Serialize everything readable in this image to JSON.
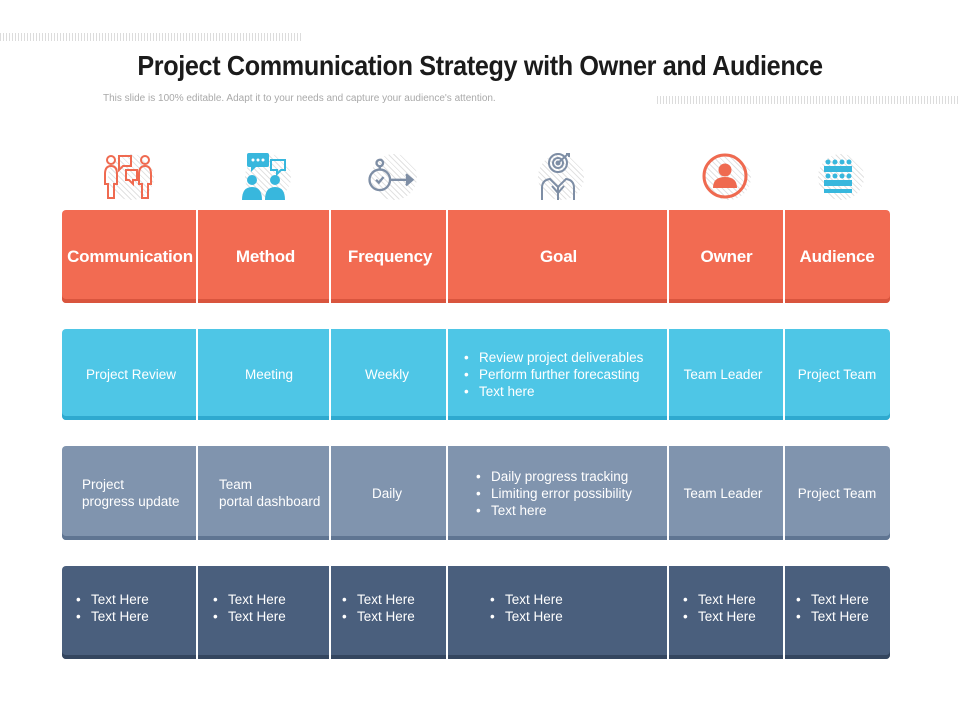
{
  "title": "Project Communication Strategy with Owner and Audience",
  "subtitle": "This slide is 100% editable. Adapt it to your needs and capture your audience's attention.",
  "icons": [
    "people-talking-icon",
    "chat-users-icon",
    "stopwatch-arrow-icon",
    "target-person-icon",
    "user-circle-icon",
    "audience-icon"
  ],
  "colors": {
    "header": "#f26b52",
    "row1": "#4ec6e6",
    "row2": "#8094ae",
    "row3": "#4a5f7d",
    "icon_orange": "#ef6a50",
    "icon_blue": "#38b7dd",
    "icon_gray": "#7e8ea5"
  },
  "headers": [
    "Communication",
    "Method",
    "Frequency",
    "Goal",
    "Owner",
    "Audience"
  ],
  "rows": [
    {
      "communication": "Project Review",
      "method": "Meeting",
      "frequency": "Weekly",
      "goal": [
        "Review project deliverables",
        "Perform further forecasting",
        "Text here"
      ],
      "owner": "Team Leader",
      "audience": "Project Team"
    },
    {
      "communication": [
        "Project",
        "progress update"
      ],
      "method": [
        "Team",
        "portal dashboard"
      ],
      "frequency": "Daily",
      "goal": [
        "Daily progress tracking",
        "Limiting error possibility",
        "Text here"
      ],
      "owner": "Team Leader",
      "audience": "Project Team"
    },
    {
      "communication": [
        "Text Here",
        "Text Here"
      ],
      "method": [
        "Text Here",
        "Text Here"
      ],
      "frequency": [
        "Text Here",
        "Text Here"
      ],
      "goal": [
        "Text Here",
        "Text Here"
      ],
      "owner": [
        "Text Here",
        "Text Here"
      ],
      "audience": [
        "Text Here",
        "Text Here"
      ]
    }
  ]
}
